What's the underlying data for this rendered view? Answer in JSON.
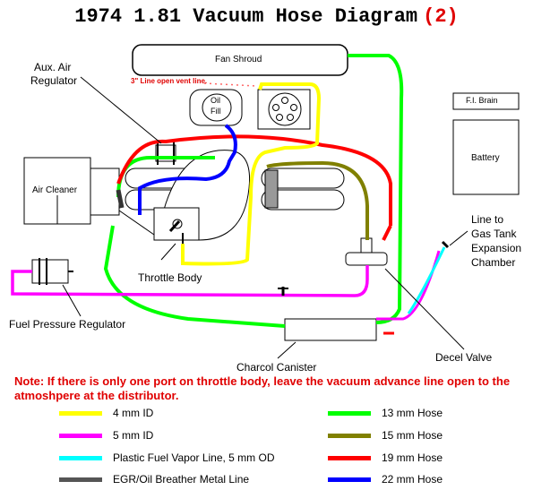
{
  "title": "1974 1.81 Vacuum Hose Diagram",
  "title_suffix": "(2)",
  "labels": {
    "fan_shroud": "Fan Shroud",
    "vent_line": "3\" Line open vent line.",
    "oil_fill_1": "Oil",
    "oil_fill_2": "Fill",
    "aux_air_1": "Aux. Air",
    "aux_air_2": "Regulator",
    "air_cleaner": "Air Cleaner",
    "throttle_body": "Throttle Body",
    "fi_brain": "F.I. Brain",
    "battery": "Battery",
    "gas_tank_1": "Line to",
    "gas_tank_2": "Gas Tank",
    "gas_tank_3": "Expansion",
    "gas_tank_4": "Chamber",
    "fuel_pressure": "Fuel Pressure Regulator",
    "decel_valve": "Decel Valve",
    "charcoal": "Charcol Canister"
  },
  "note": "Note: If there is only one port on throttle body, leave the vacuum advance line open to the atmoshpere at the distributor.",
  "legend": [
    {
      "label": "4 mm ID",
      "color": "#ffff00"
    },
    {
      "label": "5 mm ID",
      "color": "#ff00ff"
    },
    {
      "label": "Plastic Fuel Vapor Line, 5 mm OD",
      "color": "#00ffff"
    },
    {
      "label": "EGR/Oil Breather Metal Line",
      "color": "#555555"
    },
    {
      "label": "13 mm Hose",
      "color": "#00ff00"
    },
    {
      "label": "15 mm Hose",
      "color": "#808000"
    },
    {
      "label": "19 mm Hose",
      "color": "#ff0000"
    },
    {
      "label": "22 mm Hose",
      "color": "#0000ff"
    }
  ]
}
